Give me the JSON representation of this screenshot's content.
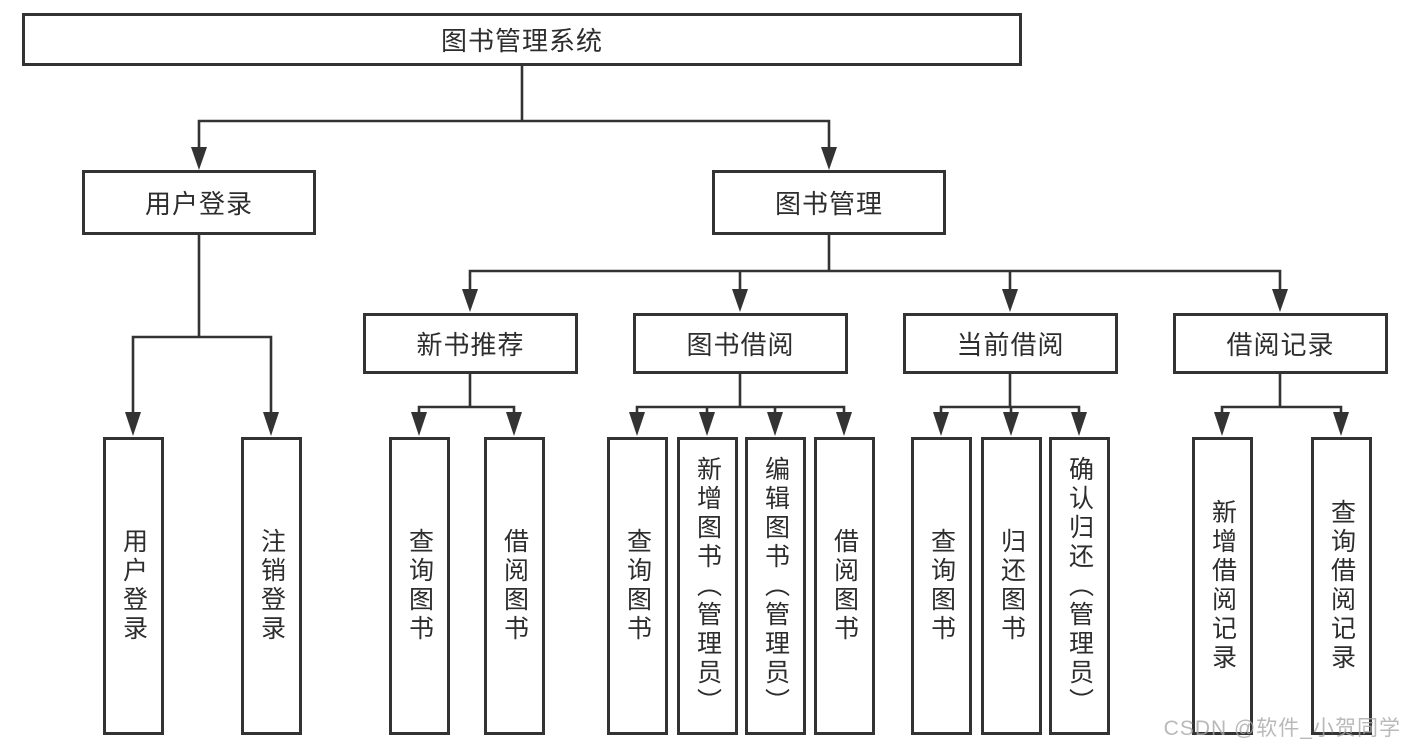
{
  "diagram": {
    "title_node": {
      "label": "图书管理系统"
    },
    "level1": [
      {
        "label": "用户登录"
      },
      {
        "label": "图书管理"
      }
    ],
    "level2": [
      {
        "label": "新书推荐"
      },
      {
        "label": "图书借阅"
      },
      {
        "label": "当前借阅"
      },
      {
        "label": "借阅记录"
      }
    ],
    "leaves": [
      {
        "label": "用户登录",
        "parent": "用户登录"
      },
      {
        "label": "注销登录",
        "parent": "用户登录"
      },
      {
        "label": "查询图书",
        "parent": "新书推荐"
      },
      {
        "label": "借阅图书",
        "parent": "新书推荐"
      },
      {
        "label": "查询图书",
        "parent": "图书借阅"
      },
      {
        "label": "新增图书（管理员）",
        "parent": "图书借阅"
      },
      {
        "label": "编辑图书（管理员）",
        "parent": "图书借阅"
      },
      {
        "label": "借阅图书",
        "parent": "图书借阅"
      },
      {
        "label": "查询图书",
        "parent": "当前借阅"
      },
      {
        "label": "归还图书",
        "parent": "当前借阅"
      },
      {
        "label": "确认归还（管理员）",
        "parent": "当前借阅"
      },
      {
        "label": "新增借阅记录",
        "parent": "借阅记录"
      },
      {
        "label": "查询借阅记录",
        "parent": "借阅记录"
      }
    ],
    "watermark": "CSDN @软件_小贺同学",
    "colors": {
      "line": "#333333",
      "text": "#2d2d2d",
      "background": "#ffffff",
      "watermark": "#a8a8a8"
    }
  }
}
